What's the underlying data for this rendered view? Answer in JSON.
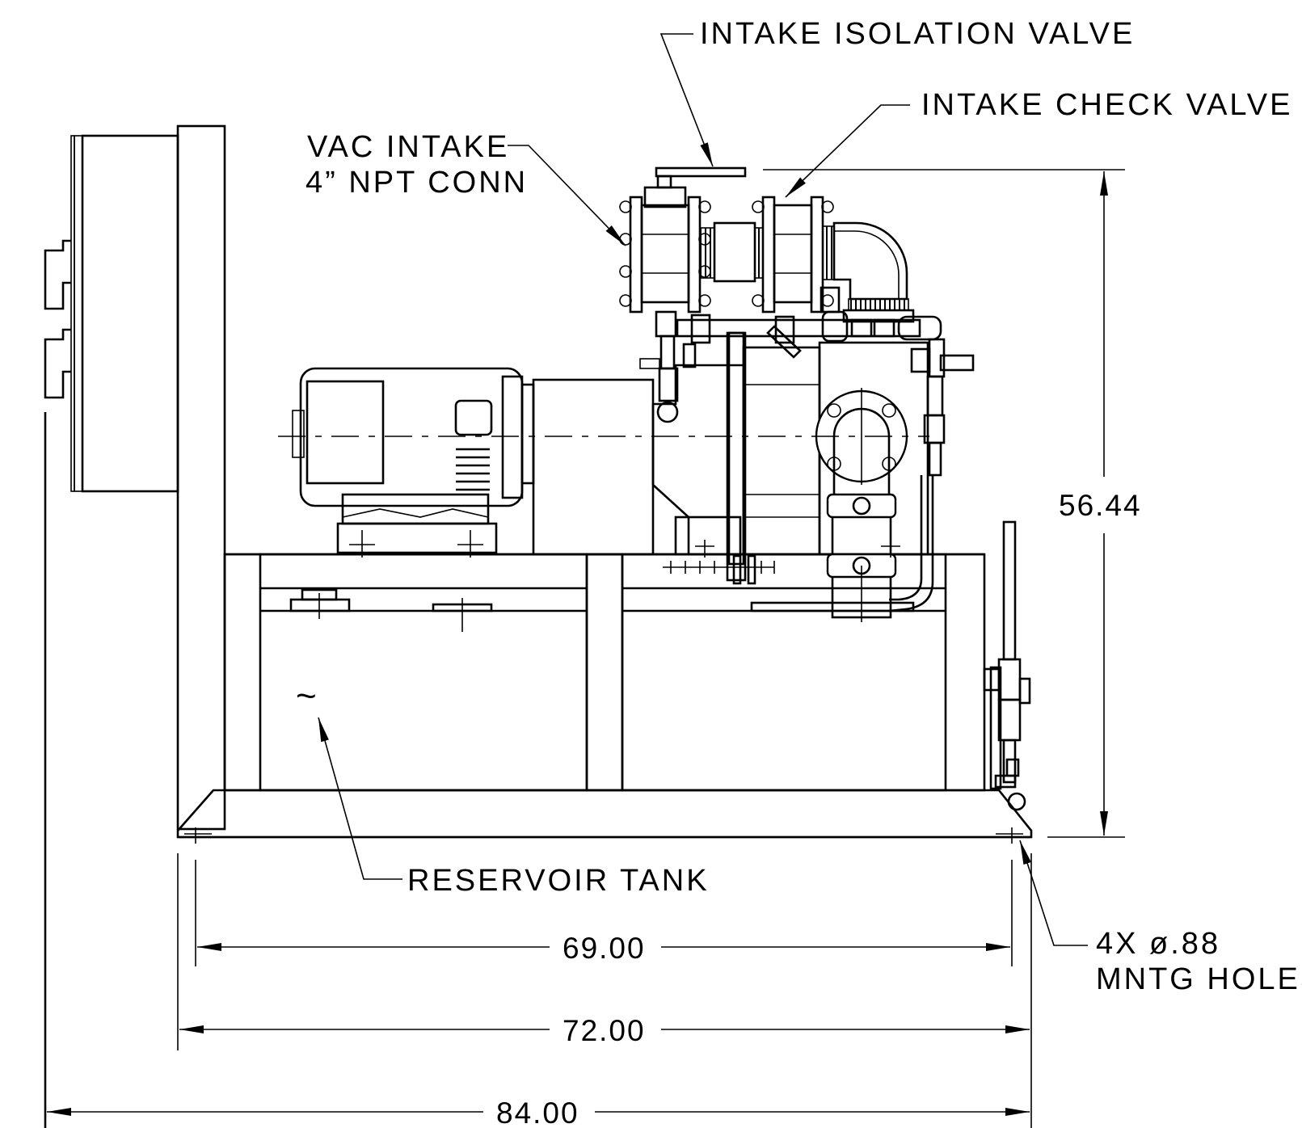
{
  "labels": {
    "intake_isolation_valve": "INTAKE ISOLATION VALVE",
    "intake_check_valve": "INTAKE CHECK VALVE",
    "vac_intake_line1": "VAC INTAKE",
    "vac_intake_line2": "4” NPT CONN",
    "reservoir_tank": "RESERVOIR TANK",
    "mntg_holes_line1": "4X ø.88",
    "mntg_holes_line2": "MNTG HOLES",
    "tilde_mark": "~"
  },
  "dimensions": {
    "height": "56.44",
    "hole_spacing": "69.00",
    "base_width": "72.00",
    "overall_width": "84.00"
  }
}
